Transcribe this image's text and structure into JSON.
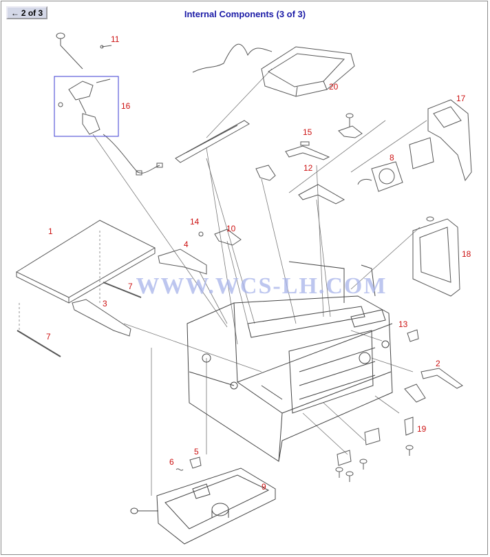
{
  "nav": {
    "label": "2 of 3",
    "arrow": "🡐"
  },
  "title": "Internal Components (3 of 3)",
  "watermark": "WWW.WCS-LH.COM",
  "callouts": {
    "c1": "1",
    "c2": "2",
    "c3": "3",
    "c4": "4",
    "c5": "5",
    "c6": "6",
    "c7a": "7",
    "c7b": "7",
    "c8": "8",
    "c9": "9",
    "c10": "10",
    "c11": "11",
    "c12": "12",
    "c13": "13",
    "c14": "14",
    "c15": "15",
    "c16": "16",
    "c17": "17",
    "c18": "18",
    "c19": "19",
    "c20": "20"
  },
  "colors": {
    "title": "#1a1aa6",
    "callout": "#cc1010",
    "group_box": "#3a3ad0",
    "line_art": "#555555"
  }
}
